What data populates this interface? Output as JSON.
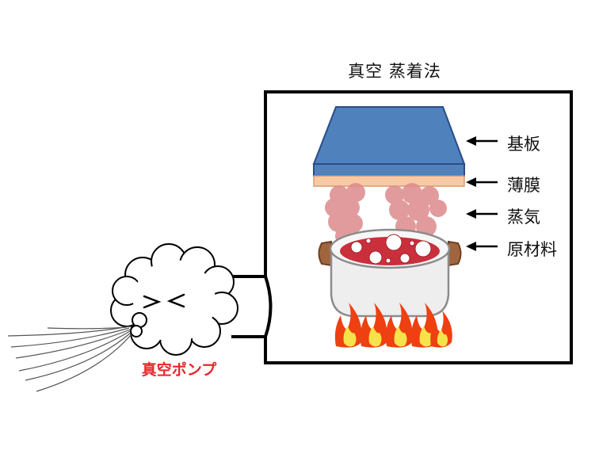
{
  "title": "真空 蒸着法",
  "pump_label": "真空ポンプ",
  "labels": {
    "substrate": "基板",
    "thin_film": "薄膜",
    "vapor": "蒸気",
    "raw_material": "原材料"
  },
  "colors": {
    "substrate": "#4f81bd",
    "substrate_edge": "#2a4d87",
    "thin_film": "#f8c9a6",
    "vapor": "#dd8a8c",
    "liquid": "#c9303c",
    "bubble": "#ffffff",
    "pot": "#eeeeee",
    "handle": "#a0653d",
    "flame_outer": "#ee4010",
    "flame_inner": "#f6e24a",
    "pump_label": "#e8262a"
  }
}
